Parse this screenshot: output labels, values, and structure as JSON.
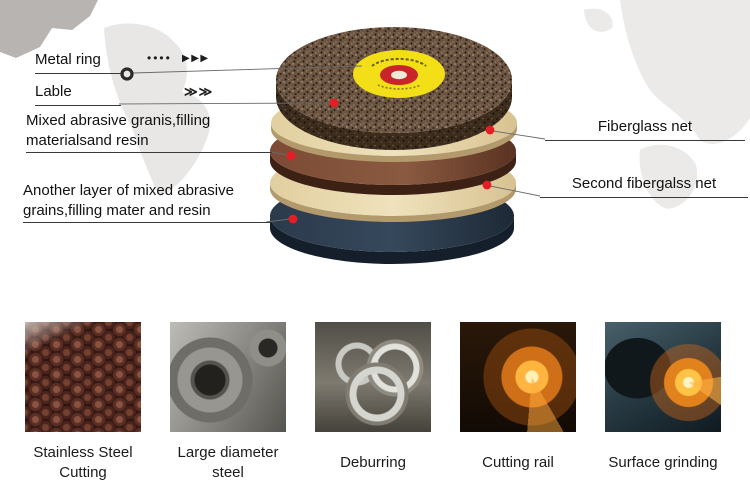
{
  "diagram": {
    "labels": {
      "metal_ring": "Metal ring",
      "lable": "Lable",
      "mixed_abrasive": "Mixed abrasive granis,filling materialsand resin",
      "another_layer": "Another layer of mixed abrasive grains,filling mater and resin",
      "fiberglass_net": "Fiberglass net",
      "second_fiberglass": "Second fibergalss net"
    },
    "decorations": {
      "metal_ring_dots": "••••",
      "metal_ring_arrows": "▶▶▶",
      "lable_arrows": "≫≫"
    },
    "colors": {
      "pointer_dot": "#e31e24",
      "label_yellow": "#f3df17",
      "label_center_red": "#c8242a",
      "grit_brown": "#6b5544",
      "fiberglass_tan": "#ead9ad",
      "abrasive_brown": "#7d4b35",
      "base_navy": "#2b3a4b"
    }
  },
  "applications": [
    {
      "caption": "Stainless Steel Cutting",
      "image": "stainless-steel-bars"
    },
    {
      "caption": "Large diameter steel",
      "image": "large-diameter-steel-pipes"
    },
    {
      "caption": "Deburring",
      "image": "metal-rings"
    },
    {
      "caption": "Cutting rail",
      "image": "rail-cutting-sparks"
    },
    {
      "caption": "Surface grinding",
      "image": "angle-grinder-sparks"
    }
  ]
}
